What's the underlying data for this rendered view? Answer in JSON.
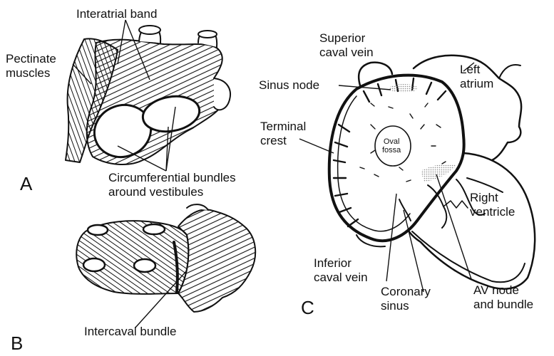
{
  "panels": {
    "a": "A",
    "b": "B",
    "c": "C"
  },
  "labels": {
    "interatrial_band": "Interatrial band",
    "pectinate_muscles": "Pectinate\nmuscles",
    "circumferential_bundles": "Circumferential bundles\naround vestibules",
    "intercaval_bundle": "Intercaval bundle",
    "superior_caval_vein": "Superior\ncaval vein",
    "sinus_node": "Sinus node",
    "left_atrium": "Left\natrium",
    "terminal_crest": "Terminal\ncrest",
    "oval_fossa": "Oval\nfossa",
    "right_ventricle": "Right\nventricle",
    "inferior_caval_vein": "Inferior\ncaval vein",
    "coronary_sinus": "Coronary\nsinus",
    "av_node_and_bundle": "AV node\nand bundle"
  },
  "colors": {
    "ink": "#111111",
    "stipple": "#9a9a9a"
  }
}
